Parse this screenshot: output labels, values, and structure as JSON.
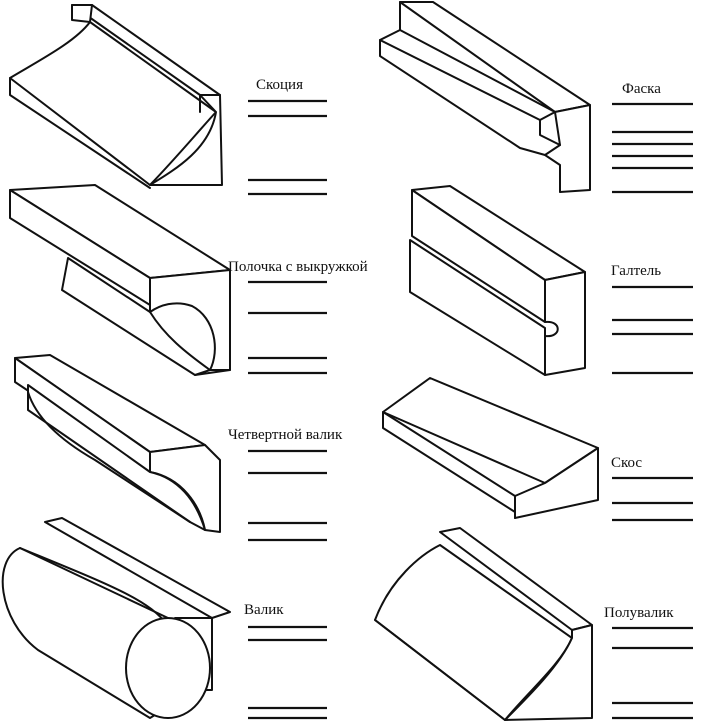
{
  "labels": {
    "scotia": "Скоция",
    "shelf_with_cove": "Полочка с выкружкой",
    "quarter_round": "Четвертной валик",
    "roll": "Валик",
    "chamfer": "Фаска",
    "fillet": "Галтель",
    "bevel": "Скос",
    "half_round": "Полувалик"
  },
  "colors": {
    "ink": "#111111",
    "paper": "#ffffff"
  }
}
